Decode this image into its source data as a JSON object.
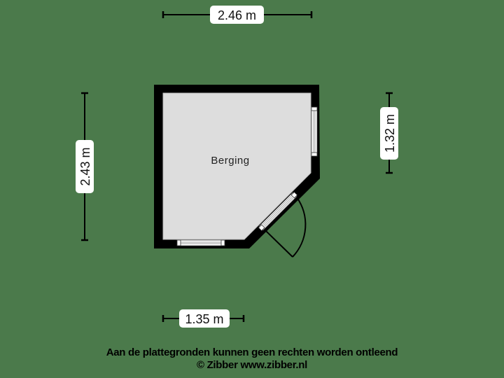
{
  "floorplan": {
    "rooms": [
      {
        "name": "Berging"
      }
    ],
    "dimensions": {
      "top_width": "2.46 m",
      "left_height": "2.43 m",
      "right_height": "1.32 m",
      "bottom_width": "1.35 m"
    },
    "openings": [
      {
        "type": "window",
        "location": "right wall"
      },
      {
        "type": "window",
        "location": "bottom wall"
      },
      {
        "type": "door",
        "location": "diagonal wall"
      }
    ]
  },
  "footer": {
    "disclaimer": "Aan de plattegronden kunnen geen rechten worden ontleend",
    "copyright": "© Zibber www.zibber.nl"
  },
  "colors": {
    "background": "#4b7a4b",
    "wall": "#000000",
    "floor": "#dddddd",
    "label_bg": "#ffffff"
  }
}
